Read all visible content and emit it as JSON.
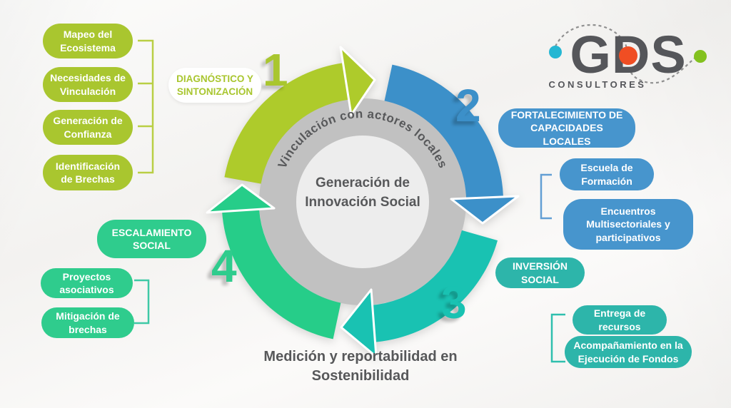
{
  "colors": {
    "green": "#a9c62f",
    "greenArc": "#aecb2b",
    "blue": "#4795cd",
    "blueArc": "#3c90c9",
    "teal": "#2db5aa",
    "tealArc": "#19c2b2",
    "emerald": "#2fcc8d",
    "emeraldArc": "#26cd89",
    "ringGray": "#c1c1c1",
    "innerGray": "#ededed",
    "text": "#57585a",
    "bracketGreen": "#b9cf44",
    "bracketBlue": "#639fd4",
    "bracketTeal": "#2fbfae",
    "bracketMint": "#3fc9a6",
    "logoCyan": "#25b7d3",
    "logoOrange": "#f04e23",
    "logoGreen": "#83c11e",
    "logoText": "#55565a"
  },
  "logo": {
    "name": "GDS",
    "subtitle": "CONSULTORES"
  },
  "center": {
    "label": "Generación de Innovación Social",
    "ring_label": "Vinculación con actores locales"
  },
  "bottom_label": "Medición y reportabilidad en Sostenibilidad",
  "stages": [
    {
      "number": "1",
      "label": "DIAGNÓSTICO Y SINTONIZACIÓN",
      "items": [
        "Mapeo del Ecosistema",
        "Necesidades de Vinculación",
        "Generación de Confianza",
        "Identificación de Brechas"
      ]
    },
    {
      "number": "2",
      "label": "FORTALECIMIENTO DE CAPACIDADES LOCALES",
      "items": [
        "Escuela de Formación",
        "Encuentros Multisectoriales y participativos"
      ]
    },
    {
      "number": "3",
      "label": "INVERSIÓN SOCIAL",
      "items": [
        "Entrega de recursos",
        "Acompañamiento en la Ejecución de Fondos"
      ]
    },
    {
      "number": "4",
      "label": "ESCALAMIENTO SOCIAL",
      "items": [
        "Proyectos asociativos",
        "Mitigación de brechas"
      ]
    }
  ]
}
